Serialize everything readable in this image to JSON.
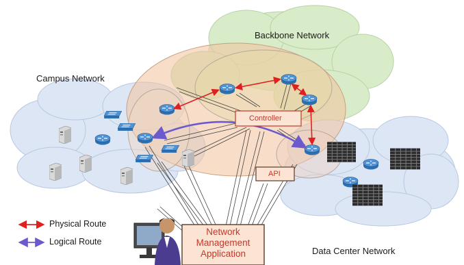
{
  "networks": {
    "backbone": "Backbone Network",
    "campus": "Campus Network",
    "datacenter": "Data Center Network"
  },
  "components": {
    "controller": "Controller",
    "api": "API",
    "nma_line1": "Network",
    "nma_line2": "Management",
    "nma_line3": "Application"
  },
  "legend": {
    "physical": "Physical Route",
    "logical": "Logical Route"
  },
  "colors": {
    "physical_route": "#e02020",
    "logical_route": "#6a5acd",
    "backbone_cloud": "#d9ecc9",
    "campus_cloud": "#dce6f5",
    "datacenter_cloud": "#dce6f5",
    "control_plane": "#f5c9a8",
    "router": "#3a7fc1"
  }
}
